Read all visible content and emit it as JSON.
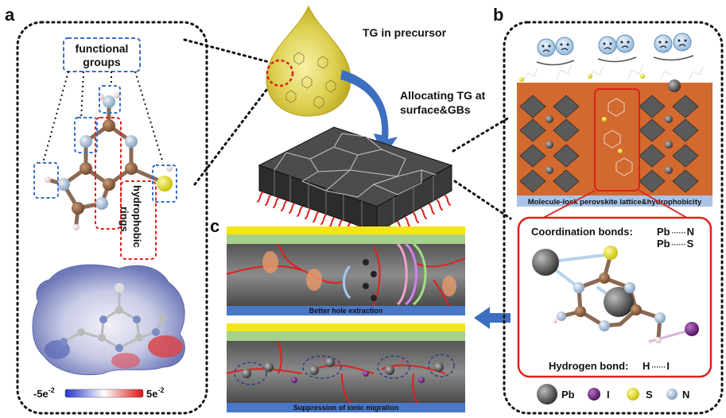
{
  "panels": {
    "a": {
      "letter": "a",
      "functional_groups_line1": "functional",
      "functional_groups_line2": "groups",
      "hydrophobic_line1": "hydrophobic",
      "hydrophobic_line2": "rings",
      "scale_min": "-5e",
      "scale_min_exp": "-2",
      "scale_max": "5e",
      "scale_max_exp": "-2"
    },
    "center": {
      "drop_label": "TG in precursor",
      "arrow_label_line1": "Allocating TG at",
      "arrow_label_line2": "surface&GBs"
    },
    "b": {
      "letter": "b",
      "lattice_caption": "Molecule-lock perovskite lattice&hydrophobicity",
      "coord_title": "Coordination bonds:",
      "coord_pb1": "Pb",
      "coord_n": "N",
      "coord_pb2": "Pb",
      "coord_s": "S",
      "hbond_title": "Hydrogen bond:",
      "hbond_h": "H",
      "hbond_i": "I",
      "legend": [
        {
          "label": "Pb",
          "color": "#555555"
        },
        {
          "label": "I",
          "color": "#6b1f7a"
        },
        {
          "label": "S",
          "color": "#e8e020"
        },
        {
          "label": "N",
          "color": "#a9c4de"
        }
      ]
    },
    "c": {
      "letter": "c",
      "top_caption": "Better hole extraction",
      "bottom_caption": "Suppression of ionic migration"
    }
  },
  "colors": {
    "blue_dash": "#3a6fc4",
    "red_dash": "#e0201a",
    "perovskite_orange": "#d2692e",
    "blue_bar": "#4a78c8",
    "yellow_bar": "#f2e616",
    "green_bar": "#a8d08d"
  }
}
